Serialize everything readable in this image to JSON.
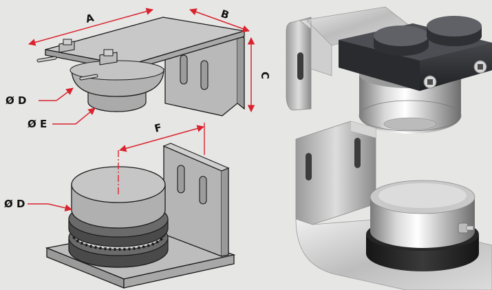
{
  "colors": {
    "background": "#e6e6e4",
    "dimension_line": "#d9232e",
    "drawing_body": "#b9b9b9",
    "outline": "#1a1a1a",
    "rubber_ring": "#4a4a4a",
    "steel_light": "#f2f2f2",
    "steel_dark": "#8c8c8c",
    "cap_black": "#2c2d30"
  },
  "drawings": {
    "top": {
      "labels": {
        "a": "A",
        "b": "B",
        "c": "C",
        "diam_d": "Ø D",
        "diam_e": "Ø E"
      }
    },
    "bottom": {
      "labels": {
        "f": "F",
        "diam_d": "Ø D"
      }
    }
  },
  "photos": {
    "top": {
      "subject": "upper hinge part with black cap block and two bolts"
    },
    "bottom": {
      "subject": "lower hinge part with bearing cylinder on steel angle bracket"
    }
  }
}
